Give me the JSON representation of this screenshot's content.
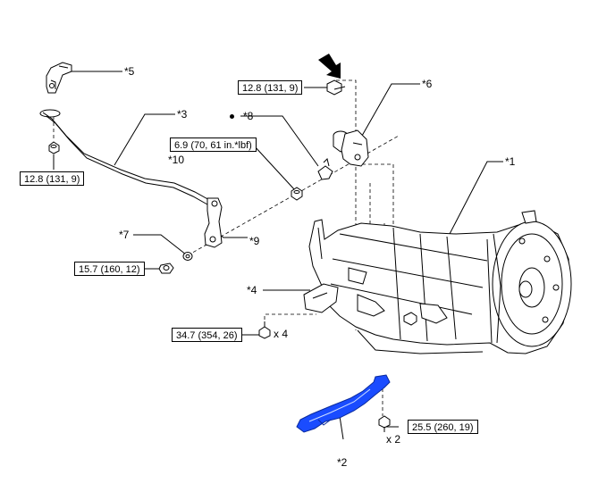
{
  "callouts": {
    "c1": "*1",
    "c2": "*2",
    "c3": "*3",
    "c4": "*4",
    "c5": "*5",
    "c6": "*6",
    "c7": "*7",
    "c8": "*8",
    "c9": "*9",
    "c10": "*10"
  },
  "torques": {
    "t_sensor_bolt": "12.8 (131, 9)",
    "t_rod_nut": "12.8 (131, 9)",
    "t_shaft_nut": "6.9 (70, 61 in.*lbf)",
    "t_lever_nut": "15.7 (160, 12)",
    "t_mount_bolt": "34.7 (354, 26)",
    "t_bracket_bolt": "25.5 (260, 19)"
  },
  "quantities": {
    "q_mount": "x 4",
    "q_bracket": "x 2"
  },
  "colors": {
    "line": "#000000",
    "bracket_fill": "#1a4cff",
    "bracket_edge": "#0a2a9c"
  }
}
